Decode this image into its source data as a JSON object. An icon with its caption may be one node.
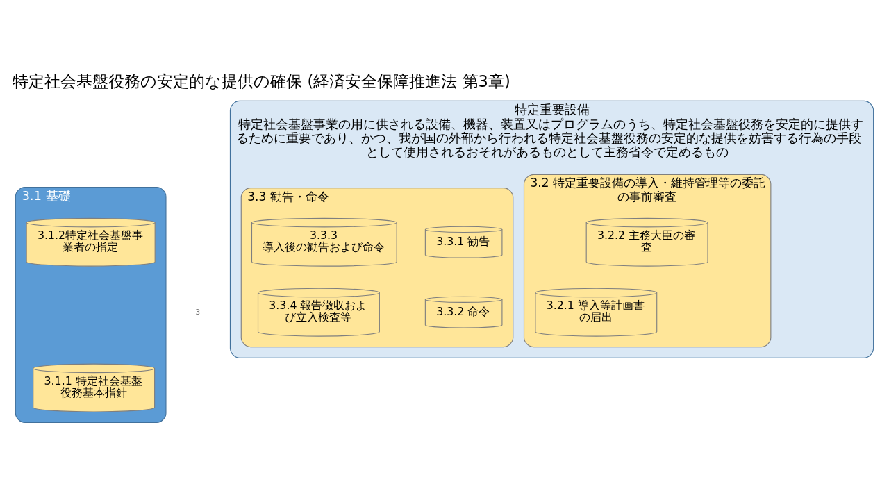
{
  "diagram": {
    "title": "特定社会基盤役務の安定的な提供の確保 (経済安全保障推進法 第3章)",
    "nodes": [
      {
        "text": [
          "特定重要設備",
          "特定社会基盤事業の用に供される設備、機器、装置又はプログラムのうち、特定社会基盤役務を安定的に提供するために重要であり、かつ、我が国の外部から行われる特定社会基盤役務の安定的な提供を妨害する行為の手段として使用されるおそれがあるものとして主務省令で定めるもの"
        ]
      },
      {
        "text": [
          "3.2 特定重要設備の導入・維持管理等の委託の事前審査"
        ],
        "in": 0
      },
      {
        "text": [
          "3.2.1 導入等計画書の届出"
        ],
        "in": 1
      },
      {
        "text": [
          "3.2.2 主務大臣の審査"
        ],
        "in": 1
      },
      {
        "text": [
          "3.3 勧告・命令"
        ],
        "in": 0
      },
      {
        "text": [
          "3.3.1 勧告"
        ],
        "in": 4
      },
      {
        "text": [
          "3.3.3",
          "導入後の勧告および命令"
        ],
        "in": 4
      },
      {
        "text": [
          "3.3.2 命令"
        ],
        "in": 4
      },
      {
        "text": [
          "3.3.4 報告徴収および立入検査等"
        ],
        "in": 4
      },
      {
        "text": [
          "3.1 基礎"
        ]
      },
      {
        "text": [
          "3.1.1 特定社会基盤役務基本指針"
        ],
        "in": 9
      },
      {
        "text": [
          "3.1.2特定社会基盤事業者の指定"
        ],
        "in": 9
      }
    ],
    "edges": [],
    "labels": [
      "3"
    ]
  }
}
